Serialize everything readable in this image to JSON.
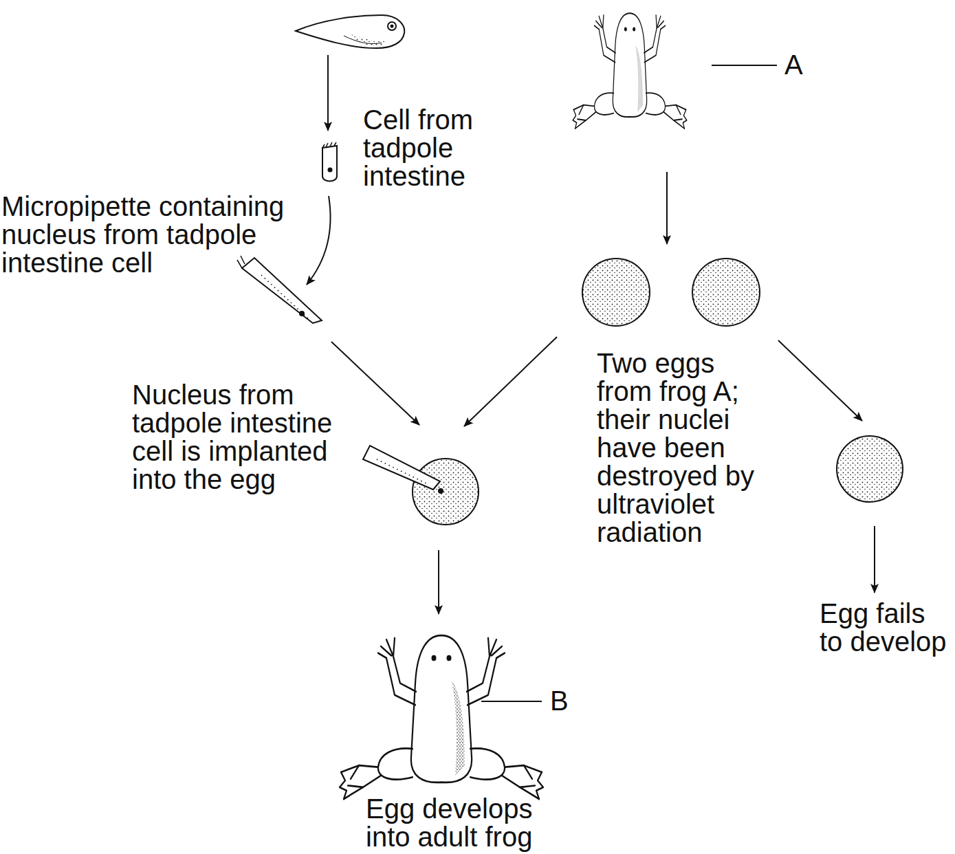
{
  "diagram": {
    "nodes": [
      {
        "text": [
          "Cell from tadpole intestine"
        ]
      },
      {
        "text": [
          "Micropipette containing nucleus from tadpole intestine cell"
        ]
      },
      {
        "text": [
          "A"
        ]
      },
      {
        "text": [
          "Two eggs from frog A; their nuclei have been destroyed by ultraviolet radiation"
        ]
      },
      {
        "text": [
          "Nucleus from tadpole intestine cell is implanted into the egg"
        ]
      },
      {
        "text": [
          "Egg fails to develop"
        ]
      },
      {
        "text": [
          "B",
          "Egg develops into adult frog"
        ]
      }
    ],
    "edges": [
      {
        "from": 0,
        "to": 1,
        "arrow": "to"
      },
      {
        "from": 1,
        "to": 4,
        "arrow": "to"
      },
      {
        "from": 2,
        "to": 3,
        "arrow": "to"
      },
      {
        "from": 3,
        "to": 4,
        "arrow": "to"
      },
      {
        "from": 3,
        "to": 5,
        "arrow": "to"
      },
      {
        "from": 4,
        "to": 6,
        "arrow": "to"
      }
    ]
  }
}
